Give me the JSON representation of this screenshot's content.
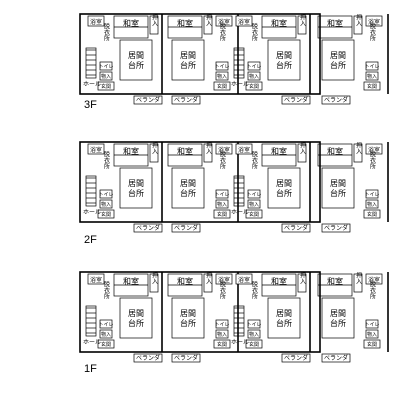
{
  "floors": [
    {
      "id": "3f",
      "label": "3F"
    },
    {
      "id": "2f",
      "label": "2F"
    },
    {
      "id": "1f",
      "label": "1F"
    }
  ],
  "rooms": {
    "washitsu": "和室",
    "yokushitsu": "浴室",
    "senmenjo": "脱衣所",
    "toilet": "トイレ",
    "oshiire": "押入",
    "monoire": "物入",
    "genkan": "玄関",
    "hall": "ホール",
    "ima": "居間",
    "daidokoro": "台所",
    "veranda": "ベランダ"
  }
}
